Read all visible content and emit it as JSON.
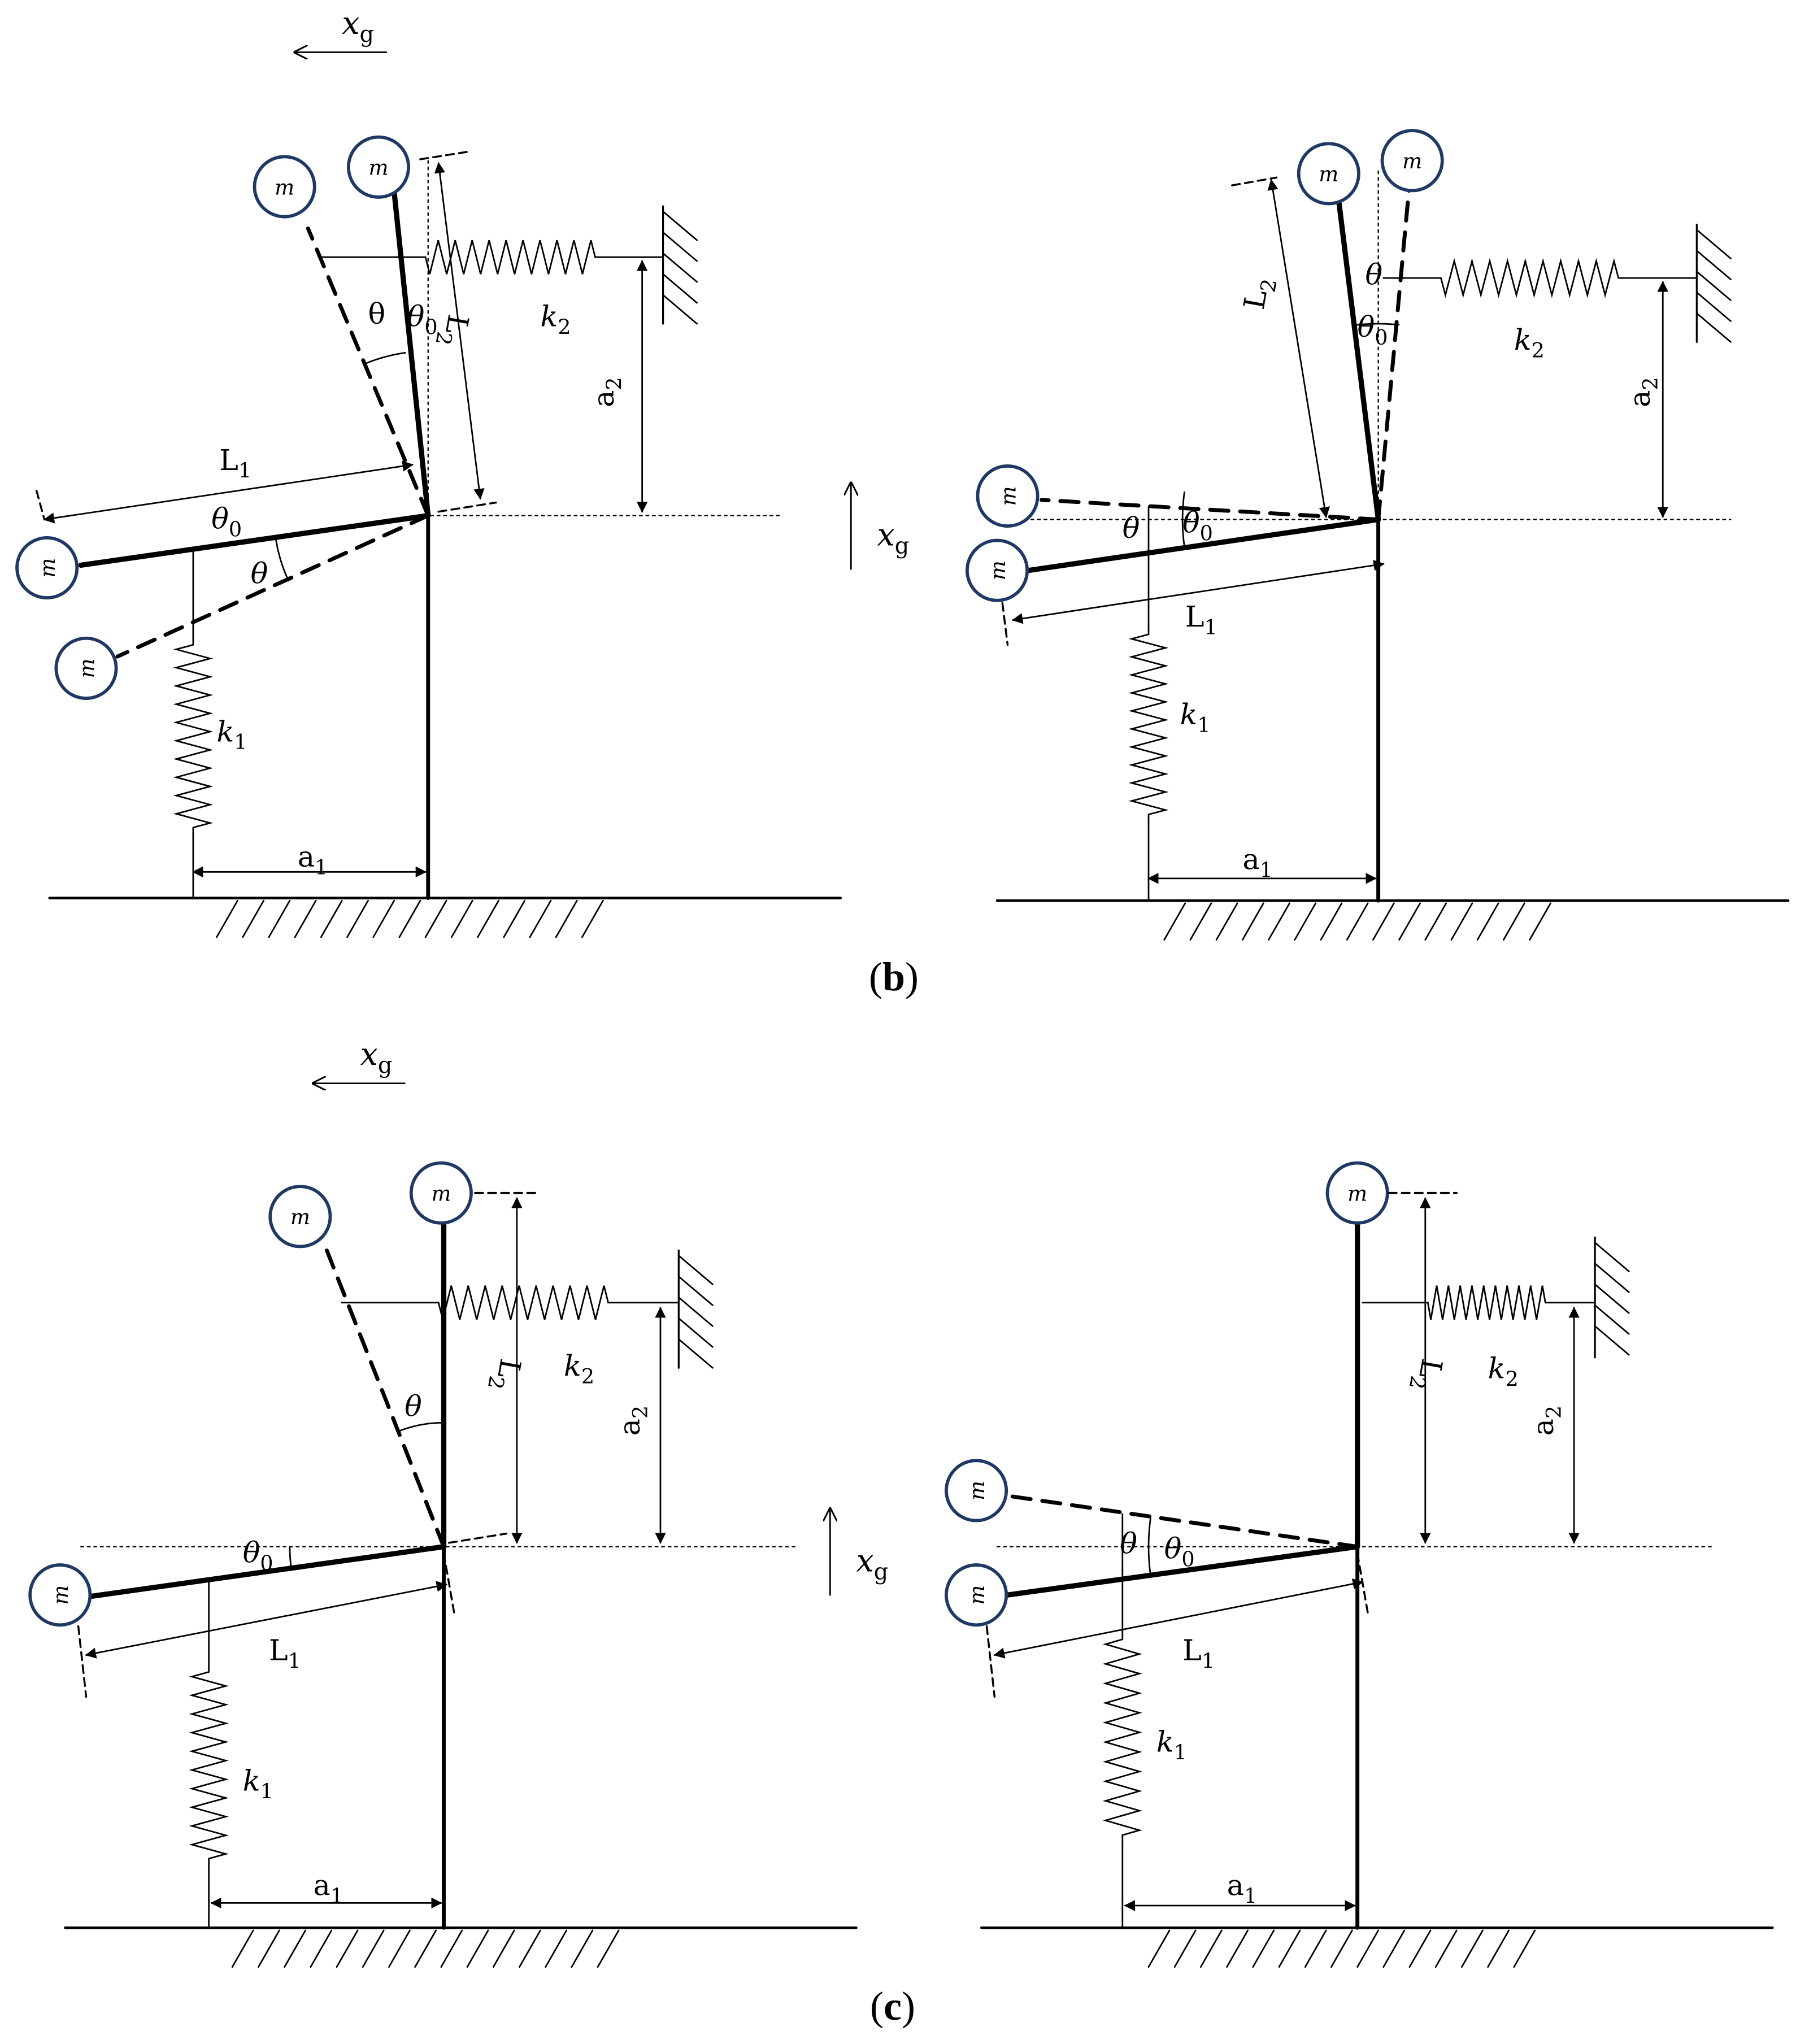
{
  "captions": {
    "b": {
      "open": "(",
      "letter": "b",
      "close": ")"
    },
    "c": {
      "open": "(",
      "letter": "c",
      "close": ")"
    }
  },
  "labels": {
    "mass": "m",
    "xg": "x",
    "xg_sub": "g",
    "L1": "L",
    "L1_sub": "1",
    "L2": "L",
    "L2_sub": "2",
    "k1": "k",
    "k1_sub": "1",
    "k2": "k",
    "k2_sub": "2",
    "a1": "a",
    "a1_sub": "1",
    "a2": "a",
    "a2_sub": "2",
    "theta": "θ",
    "theta0": "θ",
    "theta0_sub": "0"
  },
  "colors": {
    "mass_circle": "#1f3864",
    "line": "#000000"
  }
}
